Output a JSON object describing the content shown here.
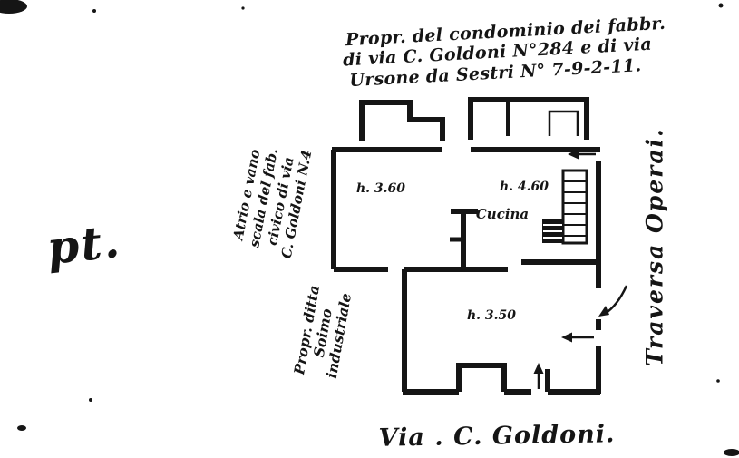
{
  "colors": {
    "paper": "#ffffff",
    "ink": "#151515"
  },
  "header": {
    "line1": "Propr. del condominio dei fabbr.",
    "line2": "di via C. Goldoni N°284 e di via",
    "line3": "Ursone da Sestri N° 7-9-2-11."
  },
  "floor_label": "pt.",
  "left_note": {
    "line1": "Atrio e vano",
    "line2": "scala del fab.",
    "line3": "civico di via",
    "line4": "C. Goldoni N.4"
  },
  "owner_note": {
    "line1": "Propr. ditta",
    "line2": "Soimo",
    "line3": "industriale"
  },
  "streets": {
    "right": "Traversa Operai.",
    "bottom": "Via . C. Goldoni."
  },
  "rooms": {
    "room1_height": "h. 3.60",
    "room2_height": "h. 4.60",
    "kitchen": "Cucina",
    "room3_height": "h. 3.50"
  }
}
